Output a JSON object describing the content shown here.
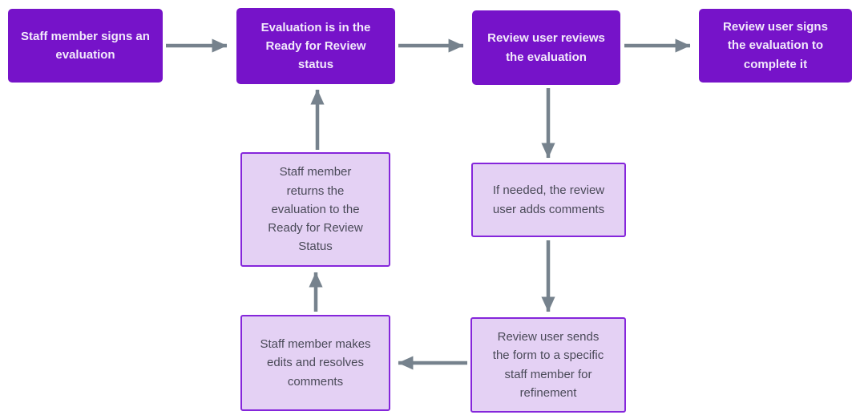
{
  "diagram": {
    "type": "flowchart",
    "background": "#FFFFFF"
  },
  "colors": {
    "primary_node_fill": "#7613C9",
    "primary_node_text": "#F2EAFB",
    "secondary_node_fill": "#E4D1F4",
    "secondary_node_border": "#8526DB",
    "secondary_node_text": "#4A4A58",
    "arrow": "#76828D"
  },
  "flowchart": {
    "primary_nodes": [
      {
        "id": "sign",
        "label": "Staff member signs an evaluation"
      },
      {
        "id": "ready",
        "label": "Evaluation is in the Ready for Review status"
      },
      {
        "id": "review",
        "label": "Review user reviews the evaluation"
      },
      {
        "id": "complete",
        "label": "Review user signs the evaluation to complete it"
      }
    ],
    "secondary_nodes": [
      {
        "id": "return",
        "label": "Staff member returns the evaluation to the Ready for Review Status"
      },
      {
        "id": "comments",
        "label": "If needed, the review user adds comments"
      },
      {
        "id": "edits",
        "label": "Staff member makes edits and resolves comments"
      },
      {
        "id": "send",
        "label": "Review user sends the form to a specific staff member for refinement"
      }
    ],
    "connectors": [
      {
        "from": "sign",
        "to": "ready",
        "direction": "right"
      },
      {
        "from": "ready",
        "to": "review",
        "direction": "right"
      },
      {
        "from": "review",
        "to": "complete",
        "direction": "right"
      },
      {
        "from": "return",
        "to": "ready",
        "direction": "up"
      },
      {
        "from": "review",
        "to": "comments",
        "direction": "down"
      },
      {
        "from": "comments",
        "to": "send",
        "direction": "down"
      },
      {
        "from": "send",
        "to": "edits",
        "direction": "left"
      },
      {
        "from": "edits",
        "to": "return",
        "direction": "up"
      }
    ]
  }
}
